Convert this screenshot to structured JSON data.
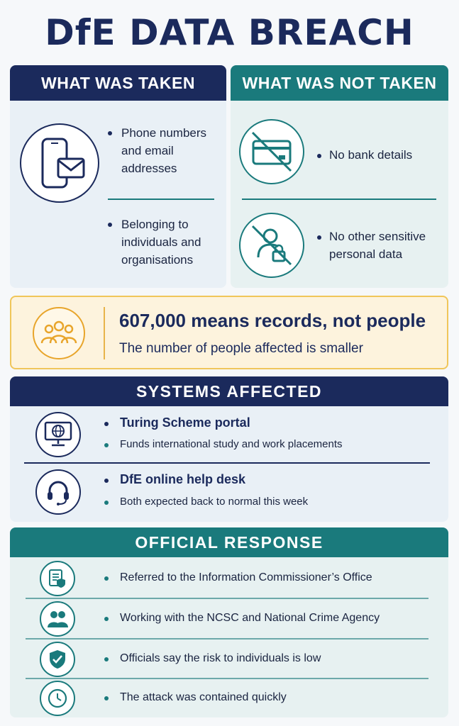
{
  "title": "DfE DATA BREACH",
  "taken": {
    "heading": "WHAT WAS TAKEN",
    "items": [
      "Phone numbers and email addresses",
      "Belonging to individuals and organisations"
    ],
    "icons": [
      "phone-email-icon",
      "people-icon"
    ]
  },
  "not_taken": {
    "heading": "WHAT WAS NOT TAKEN",
    "items": [
      "No bank details",
      "No other sensitive personal data"
    ],
    "icons": [
      "no-bank-card-icon",
      "no-personal-data-icon"
    ]
  },
  "banner": {
    "headline": "607,000 means records, not people",
    "subline": "The number of people affected is smaller",
    "icon": "people-group-icon"
  },
  "systems": {
    "heading": "SYSTEMS AFFECTED",
    "items": [
      {
        "title": "Turing Scheme portal",
        "detail": "Funds international study and work placements",
        "icon": "globe-monitor-icon"
      },
      {
        "title": "DfE online help desk",
        "detail": "Both expected back to normal this week",
        "icon": "headset-icon"
      }
    ]
  },
  "response": {
    "heading": "OFFICIAL RESPONSE",
    "items": [
      {
        "text": "Referred to the Information Commissioner’s Office",
        "icon": "document-shield-icon"
      },
      {
        "text": "Working with the NCSC and National Crime Agency",
        "icon": "team-icon"
      },
      {
        "text": "Officials say the risk to individuals is low",
        "icon": "shield-check-icon"
      },
      {
        "text": "The attack was contained quickly",
        "icon": "clock-icon"
      }
    ]
  },
  "colors": {
    "navy": "#1b2a5c",
    "teal": "#1a7a7c",
    "amber": "#e8a52b"
  }
}
